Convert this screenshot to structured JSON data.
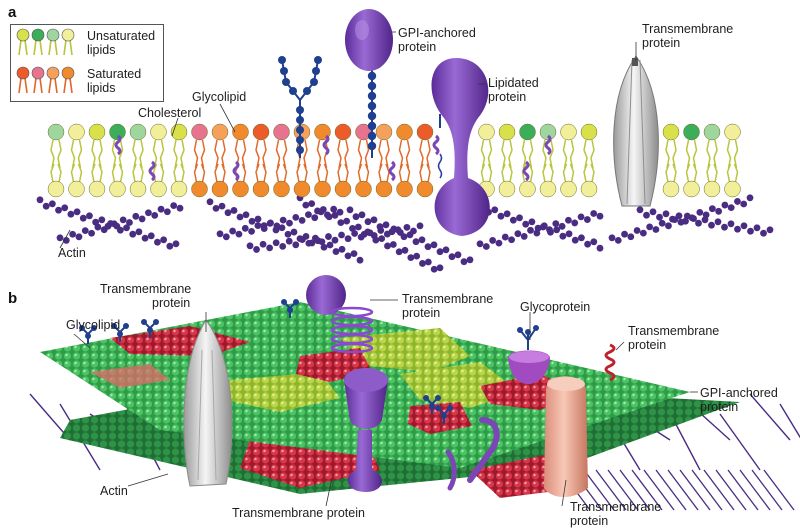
{
  "panel_a": {
    "letter": "a",
    "legend": {
      "unsaturated": {
        "line1": "Unsaturated",
        "line2": "lipids"
      },
      "saturated": {
        "line1": "Saturated",
        "line2": "lipids"
      }
    },
    "labels": {
      "glycolipid": "Glycolipid",
      "cholesterol": "Cholesterol",
      "gpi": {
        "line1": "GPI-anchored",
        "line2": "protein"
      },
      "lipidated": {
        "line1": "Lipidated",
        "line2": "protein"
      },
      "transmembrane": {
        "line1": "Transmembrane",
        "line2": "protein"
      },
      "actin": "Actin"
    }
  },
  "panel_b": {
    "letter": "b",
    "labels": {
      "tm_left": {
        "line1": "Transmembrane",
        "line2": "protein"
      },
      "glycolipid": "Glycolipid",
      "tm_helix": {
        "line1": "Transmembrane",
        "line2": "protein"
      },
      "glycoprotein": "Glycoprotein",
      "tm_right": {
        "line1": "Transmembrane",
        "line2": "protein"
      },
      "gpi": {
        "line1": "GPI-anchored",
        "line2": "protein"
      },
      "actin": "Actin",
      "tm_bottom_center": "Transmembrane protein",
      "tm_bottom_right": {
        "line1": "Transmembrane",
        "line2": "protein"
      }
    }
  },
  "colors": {
    "unsaturated_heads": [
      "#d8e04a",
      "#3cae5a",
      "#9fd69e",
      "#f2ef9a"
    ],
    "saturated_heads": [
      "#ec5c2a",
      "#e8738f",
      "#f5a15b",
      "#f08a2c"
    ],
    "protein": "#7b46b5",
    "actin": "#4a2d82",
    "glycan": "#1f3f8f",
    "membrane_green": "#3aae55",
    "raft_red": "#c92a3e"
  }
}
